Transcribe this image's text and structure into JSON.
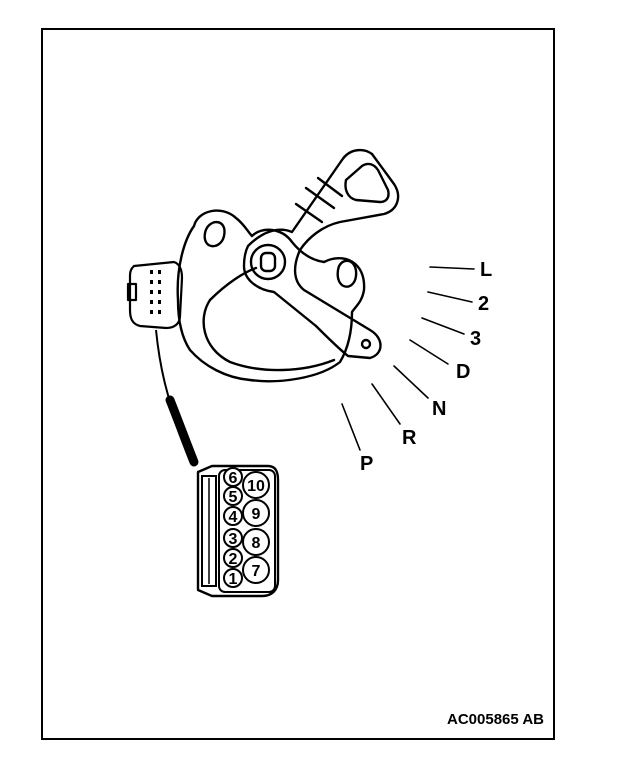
{
  "shift_positions": [
    "L",
    "2",
    "3",
    "D",
    "N",
    "R",
    "P"
  ],
  "connector_pins": [
    "6",
    "10",
    "5",
    "4",
    "9",
    "3",
    "8",
    "2",
    "1",
    "7"
  ],
  "reference_code": "AC005865 AB"
}
